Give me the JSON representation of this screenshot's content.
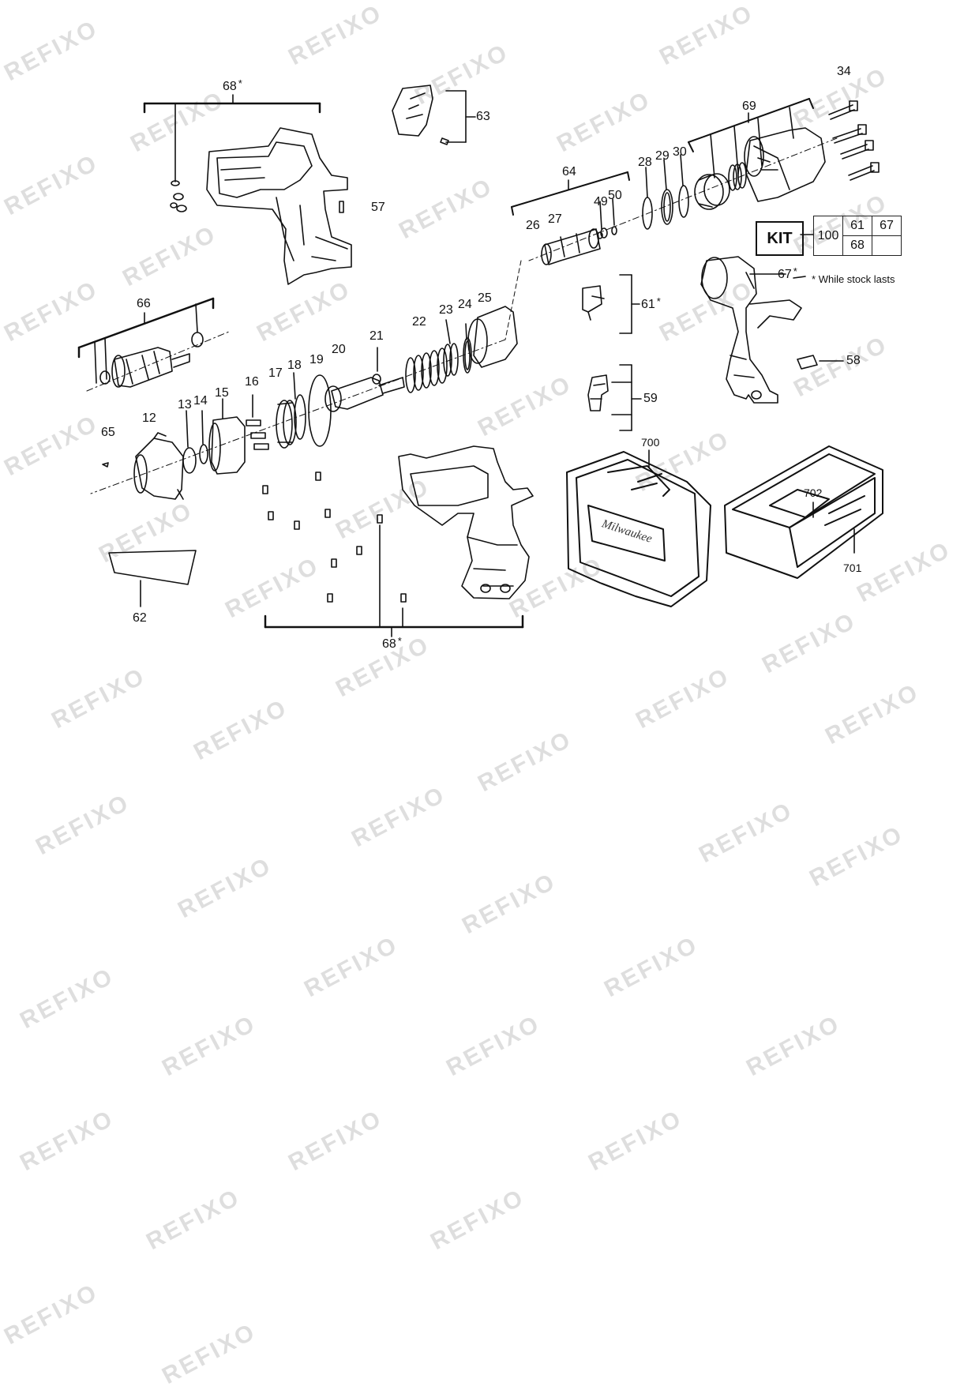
{
  "watermark": "REFIXO",
  "labels": {
    "l34": "34",
    "l68a": "68",
    "l63": "63",
    "l57": "57",
    "l69": "69",
    "l64": "64",
    "l28": "28",
    "l29": "29",
    "l30": "30",
    "l49": "49",
    "l50": "50",
    "l26": "26",
    "l27": "27",
    "l66": "66",
    "l22": "22",
    "l23": "23",
    "l24": "24",
    "l25": "25",
    "l21": "21",
    "l20": "20",
    "l19": "19",
    "l18": "18",
    "l17": "17",
    "l16": "16",
    "l15": "15",
    "l14": "14",
    "l13": "13",
    "l12": "12",
    "l65": "65",
    "l61": "61",
    "l67": "67",
    "l58": "58",
    "l59": "59",
    "l700": "700",
    "l702": "702",
    "l701": "701",
    "l62": "62",
    "l68b": "68"
  },
  "asterisk": "*",
  "note": "While stock lasts",
  "kit": {
    "title": "KIT",
    "number": "100",
    "cells": [
      "61",
      "67",
      "68",
      ""
    ]
  },
  "case_brand": "Milwaukee"
}
